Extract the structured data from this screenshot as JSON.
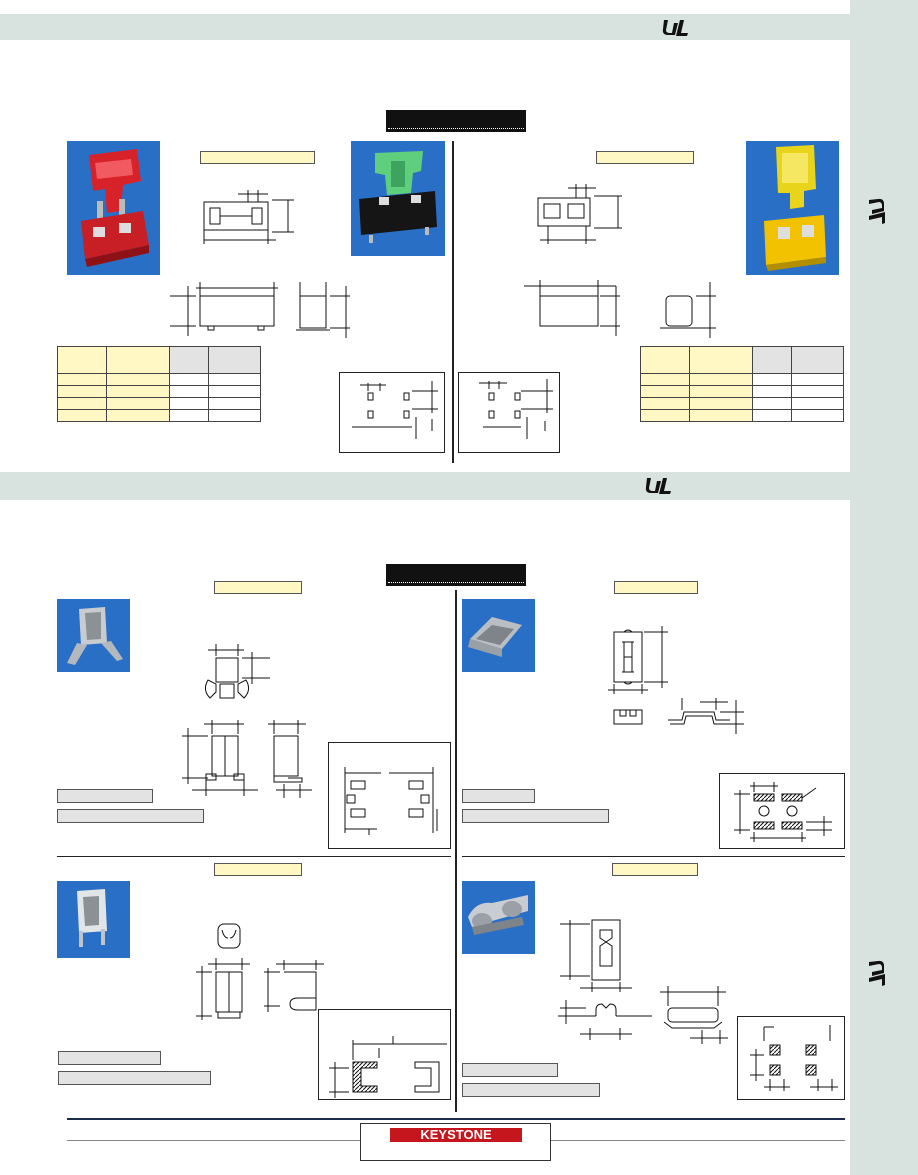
{
  "page": {
    "brand_logo": "KEYSTONE",
    "cert_mark": "UL",
    "icons": [
      "ul-recognized-mark"
    ],
    "colors": {
      "band": "#d8e2de",
      "highlight": "#fff7c4",
      "logo_red": "#c4161c",
      "photo_blue": "#2a6fc6"
    }
  }
}
